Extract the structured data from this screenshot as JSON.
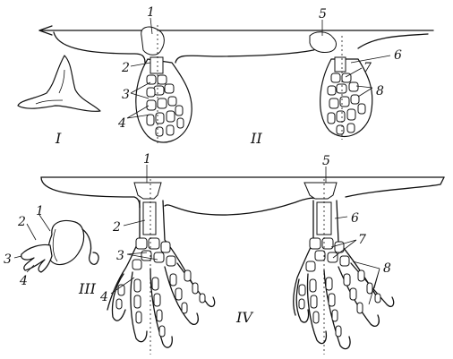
{
  "figure": {
    "stage_labels": [
      "I",
      "II",
      "III",
      "IV"
    ],
    "part_labels_top_left": [
      "1",
      "2",
      "3",
      "4"
    ],
    "part_labels_top_right": [
      "5",
      "6",
      "7",
      "8"
    ],
    "part_labels_bottom_left": [
      "1",
      "2",
      "3",
      "4"
    ],
    "part_labels_bottom_right": [
      "5",
      "6",
      "7",
      "8"
    ],
    "part_labels_embryo": [
      "1",
      "2",
      "3",
      "4"
    ]
  }
}
